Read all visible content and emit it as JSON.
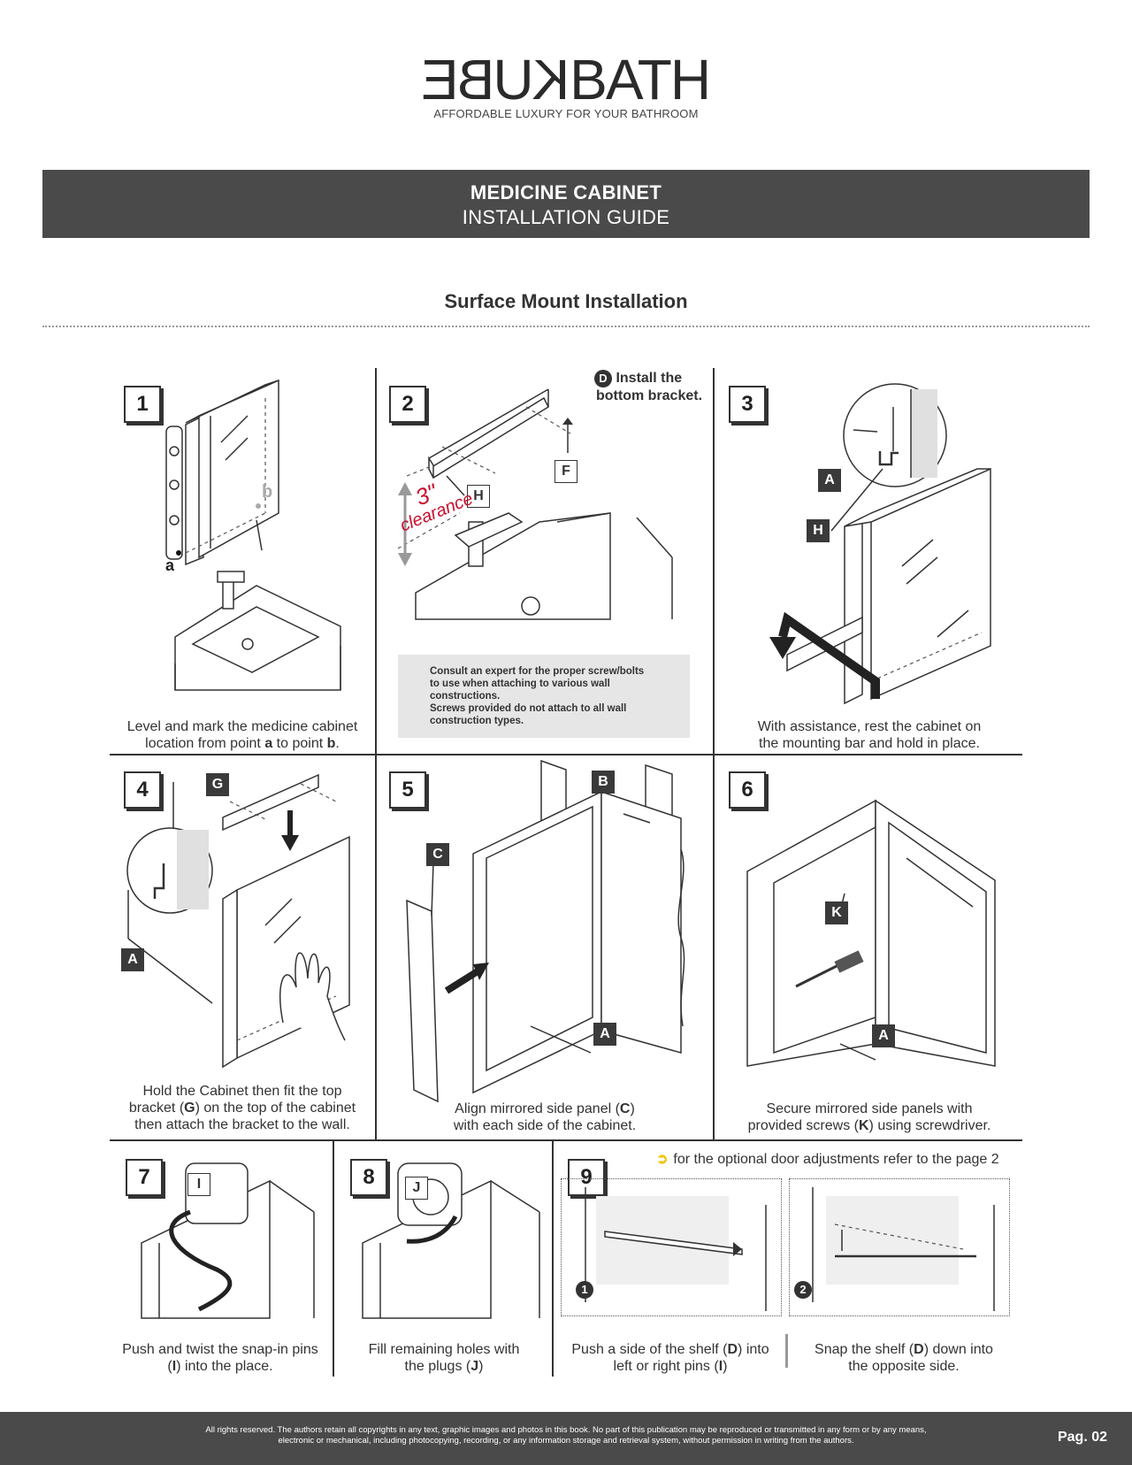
{
  "brand": {
    "logo_prefix": "KUBE",
    "logo_suffix": "BATH",
    "tagline": "AFFORDABLE LUXURY FOR YOUR BATHROOM"
  },
  "banner": {
    "title": "MEDICINE CABINET",
    "subtitle": "INSTALLATION GUIDE"
  },
  "section_title": "Surface Mount Installation",
  "steps": [
    {
      "num": "1",
      "caption_a": "Level and mark the medicine cabinet",
      "caption_b1": "location from point ",
      "caption_b_bold1": "a",
      "caption_b2": " to point ",
      "caption_b_bold2": "b",
      "caption_b3": "."
    },
    {
      "num": "2"
    },
    {
      "num": "3",
      "caption_a": "With assistance, rest the cabinet on",
      "caption_b": "the mounting bar and hold in place."
    },
    {
      "num": "4",
      "caption_a": "Hold the Cabinet then fit the top",
      "caption_b1": "bracket (",
      "caption_b_bold": "G",
      "caption_b2": ") on the top of the cabinet",
      "caption_c": "then attach the bracket to the wall."
    },
    {
      "num": "5",
      "caption_a1": "Align mirrored side panel (",
      "caption_a_bold": "C",
      "caption_a2": ")",
      "caption_b": "with each side of the cabinet."
    },
    {
      "num": "6",
      "caption_a": "Secure mirrored side panels with",
      "caption_b1": "provided screws (",
      "caption_b_bold": "K",
      "caption_b2": ") using screwdriver."
    },
    {
      "num": "7",
      "caption_a": "Push and twist the snap-in pins",
      "caption_b1": "(",
      "caption_b_bold": "I",
      "caption_b2": ") into the place."
    },
    {
      "num": "8",
      "caption_a": "Fill remaining holes with",
      "caption_b1": "the plugs (",
      "caption_b_bold": "J",
      "caption_b2": ")"
    },
    {
      "num": "9",
      "caption_a1": "Push a side of the shelf (",
      "caption_a_bold": "D",
      "caption_a2": ") into",
      "caption_b1": "left or right pins (",
      "caption_b_bold": "I",
      "caption_b2": ")",
      "caption2_a1": "Snap the shelf (",
      "caption2_a_bold": "D",
      "caption2_a2": ") down into",
      "caption2_b": "the opposite side."
    }
  ],
  "labels": {
    "a": "a",
    "b": "b",
    "A": "A",
    "B": "B",
    "C": "C",
    "D": "D",
    "F": "F",
    "G": "G",
    "H": "H",
    "I": "I",
    "J": "J",
    "K": "K",
    "one": "1",
    "two": "2",
    "clearance_num": "3\"",
    "clearance_word": "clearance"
  },
  "install_note": {
    "line1": "Install the",
    "line2": "bottom bracket."
  },
  "consult": {
    "l1": "Consult an expert for the proper screw/bolts",
    "l2": "to use when attaching to various wall",
    "l3": "constructions.",
    "l4": "Screws provided do not attach to all wall",
    "l5": "construction types."
  },
  "optional_note": "for the optional door adjustments refer to the page 2",
  "footer": {
    "l1": "All rights reserved. The authors retain all copyrights in any text, graphic images and photos in this book. No part of this publication may be reproduced or transmitted in any form or by any means,",
    "l2": "electronic or mechanical, including photocopying, recording, or any information storage and retrieval system, without permission in writing from the authors.",
    "page": "Pag. 02"
  },
  "colors": {
    "banner": "#4a4a4a",
    "accent_yellow": "#f2c300",
    "clearance_red": "#c8102e"
  }
}
